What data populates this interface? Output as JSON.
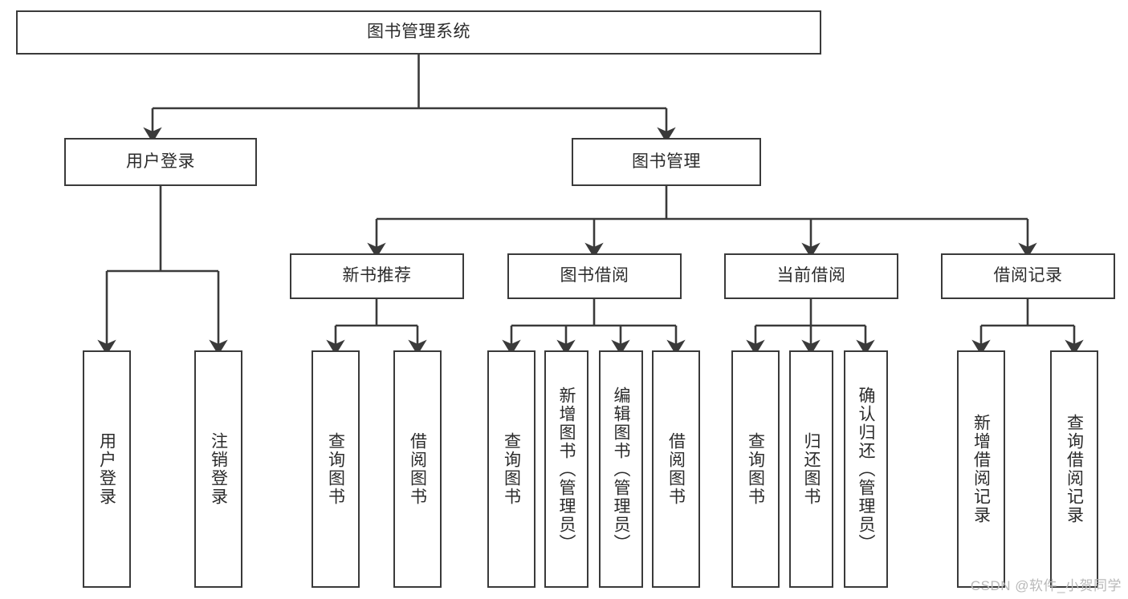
{
  "diagram": {
    "title": "图书管理系统",
    "type": "tree-hierarchy",
    "root": {
      "label": "图书管理系统"
    },
    "level2": [
      {
        "label": "用户登录"
      },
      {
        "label": "图书管理"
      }
    ],
    "level3": [
      {
        "label": "新书推荐"
      },
      {
        "label": "图书借阅"
      },
      {
        "label": "当前借阅"
      },
      {
        "label": "借阅记录"
      }
    ],
    "leaves": {
      "user_login": [
        {
          "label": "用户登录"
        },
        {
          "label": "注销登录"
        }
      ],
      "new_book_recommend": [
        {
          "label": "查询图书"
        },
        {
          "label": "借阅图书"
        }
      ],
      "book_borrow": [
        {
          "label": "查询图书"
        },
        {
          "label": "新增图书（管理员）"
        },
        {
          "label": "编辑图书（管理员）"
        },
        {
          "label": "借阅图书"
        }
      ],
      "current_borrow": [
        {
          "label": "查询图书"
        },
        {
          "label": "归还图书"
        },
        {
          "label": "确认归还（管理员）"
        }
      ],
      "borrow_record": [
        {
          "label": "新增借阅记录"
        },
        {
          "label": "查询借阅记录"
        }
      ]
    }
  },
  "watermark": {
    "text": "CSDN @软件_小贺同学"
  },
  "colors": {
    "border": "#3a3a3a",
    "text": "#2b2b2b",
    "background": "#ffffff",
    "watermark": "#b9b9b9"
  }
}
